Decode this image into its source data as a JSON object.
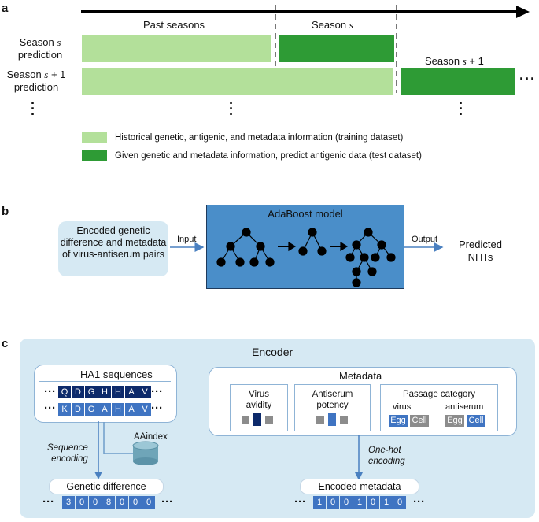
{
  "panel_a": {
    "letter": "a",
    "header_past": "Past seasons",
    "header_season_s": "Season s",
    "row1_label_line1": "Season s",
    "row1_label_line2": "prediction",
    "row2_label_line1": "Season s + 1",
    "row2_label_line2": "prediction",
    "season_s_plus_1": "Season s + 1",
    "legend_light": "Historical genetic, antigenic, and metadata information (training dataset)",
    "legend_dark": "Given genetic and metadata information, predict antigenic data (test dataset)",
    "colors": {
      "light": "#b3e09a",
      "dark": "#2e9b35"
    }
  },
  "panel_b": {
    "letter": "b",
    "input_box": "Encoded genetic difference and metadata of virus-antiserum pairs",
    "input_label": "Input",
    "model_title": "AdaBoost model",
    "output_label": "Output",
    "output_text_line1": "Predicted",
    "output_text_line2": "NHTs",
    "colors": {
      "model_fill": "#4a8ec9",
      "input_fill": "#d6e9f3"
    }
  },
  "panel_c": {
    "letter": "c",
    "encoder_title": "Encoder",
    "ha1_title": "HA1 sequences",
    "seq1": [
      "Q",
      "D",
      "G",
      "H",
      "H",
      "A",
      "V"
    ],
    "seq2": [
      "K",
      "D",
      "G",
      "A",
      "H",
      "A",
      "V"
    ],
    "aaindex": "AAindex",
    "seq_encoding_line1": "Sequence",
    "seq_encoding_line2": "encoding",
    "genetic_difference": "Genetic difference",
    "gd_values": [
      "3",
      "0",
      "0",
      "8",
      "0",
      "0",
      "0"
    ],
    "metadata_title": "Metadata",
    "virus_avidity_line1": "Virus",
    "virus_avidity_line2": "avidity",
    "antiserum_potency_line1": "Antiserum",
    "antiserum_potency_line2": "potency",
    "passage_category": "Passage category",
    "virus": "virus",
    "antiserum": "antiserum",
    "egg": "Egg",
    "cell": "Cell",
    "onehot_line1": "One-hot",
    "onehot_line2": "encoding",
    "encoded_metadata": "Encoded metadata",
    "em_values": [
      "1",
      "0",
      "0",
      "1",
      "0",
      "1",
      "0"
    ],
    "colors": {
      "navy": "#0d2a6b",
      "mid": "#3f74c2",
      "grey": "#8c8c8c"
    }
  }
}
